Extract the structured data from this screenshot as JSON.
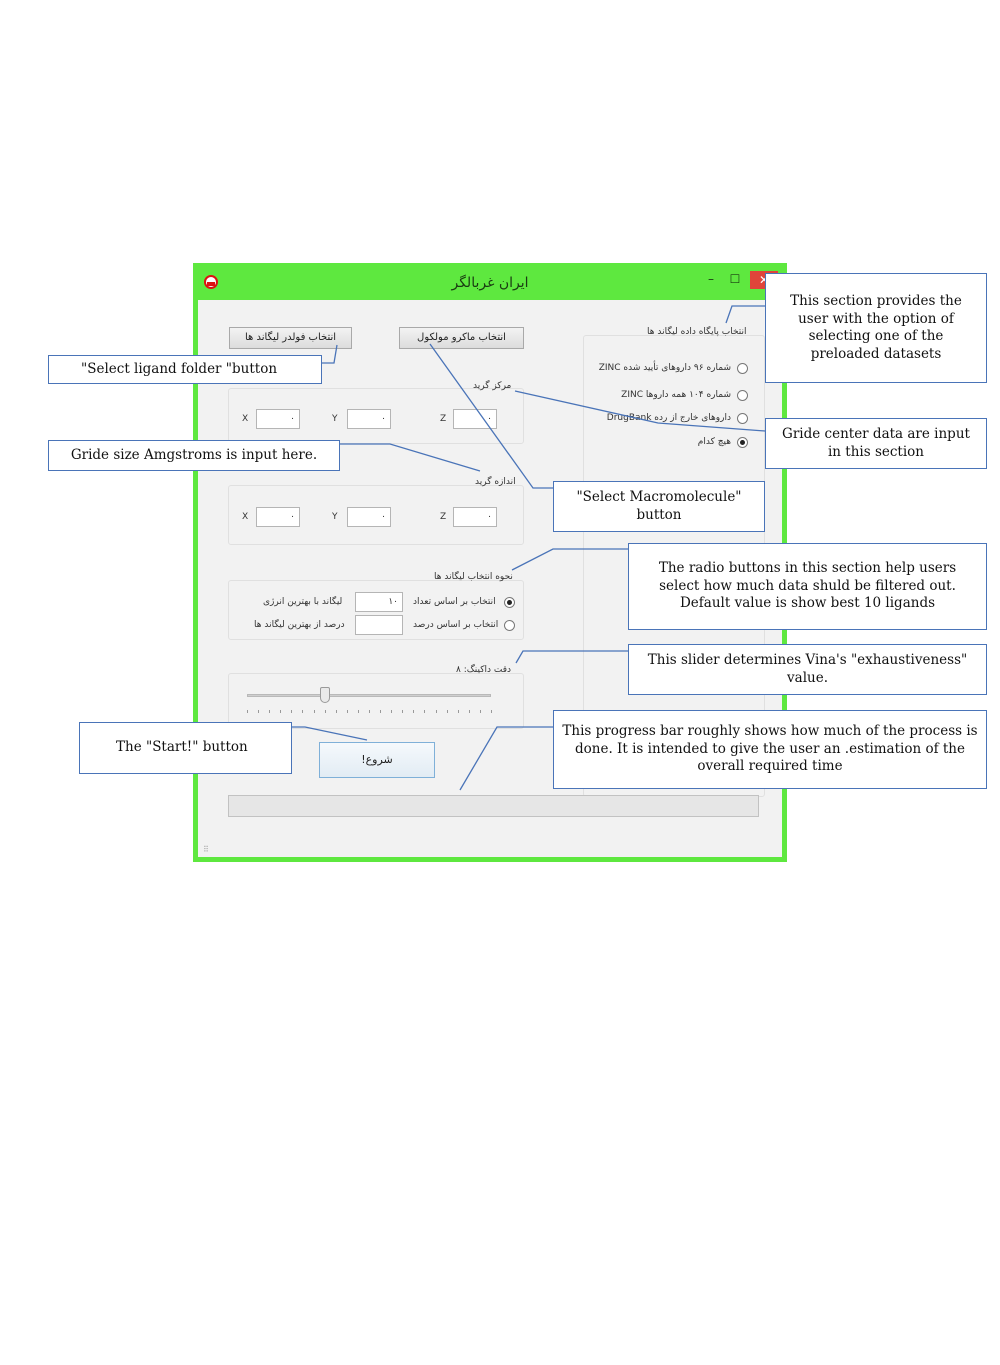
{
  "window": {
    "title": "ایران غربالگر",
    "minimize_glyph": "–",
    "maximize_glyph": "☐",
    "close_glyph": "✕"
  },
  "buttons": {
    "select_ligand_folder": "انتخاب فولدر لیگاند ها",
    "select_macromolecule": "انتخاب ماکرو مولکول",
    "start": "شروع!"
  },
  "database": {
    "header": "انتخاب پایگاه داده لیگاند ها",
    "options": [
      {
        "label": "ZINC شماره ۹۶ داروهای تأیید شده",
        "selected": false
      },
      {
        "label": "ZINC شماره ۱۰۴ همه داروها",
        "selected": false
      },
      {
        "label": "DrugBank داروهای خارج از رده",
        "selected": false
      },
      {
        "label": "هیچ کدام",
        "selected": true
      }
    ]
  },
  "grid_center": {
    "header": "مرکز گرید",
    "x_label": "X",
    "y_label": "Y",
    "z_label": "Z",
    "x_value": "۰",
    "y_value": "۰",
    "z_value": "۰"
  },
  "grid_size": {
    "header": "اندازه گرید",
    "x_label": "X",
    "y_label": "Y",
    "z_label": "Z",
    "x_value": "۰",
    "y_value": "۰",
    "z_value": "۰"
  },
  "ligand_selection": {
    "header": "نحوه انتخاب لیگاند ها",
    "by_count_label": "انتخاب بر اساس تعداد",
    "by_count_value": "۱۰",
    "by_count_suffix": "لیگاند با بهترین انرژی",
    "by_count_selected": true,
    "by_percent_label": "انتخاب بر اساس درصد",
    "by_percent_value": "",
    "by_percent_suffix": "درصد از بهترین لیگاند ها",
    "by_percent_selected": false
  },
  "exhaustiveness": {
    "label": "دقت داکینگ: ۸",
    "value": 8,
    "min": 1,
    "max": 23
  },
  "progress": {
    "fraction": 0
  },
  "callouts": {
    "database": "This section provides the user with the option of selecting one of the preloaded datasets",
    "ligand_folder": "\"Select ligand folder \"button",
    "grid_center": "Gride center data are input in this section",
    "grid_size": "Gride size Amgstroms is input here.",
    "macromolecule": "\"Select Macromolecule\" button",
    "radio": "The radio buttons in this section help users select how much data shuld be filtered out. Default value is show best 10 ligands",
    "slider": "This slider determines Vina's \"exhaustiveness\" value.",
    "start": "The \"Start!\" button",
    "progress": "This progress bar roughly shows how much of the process is done. It is intended to give the user an .estimation of the overall required time"
  }
}
